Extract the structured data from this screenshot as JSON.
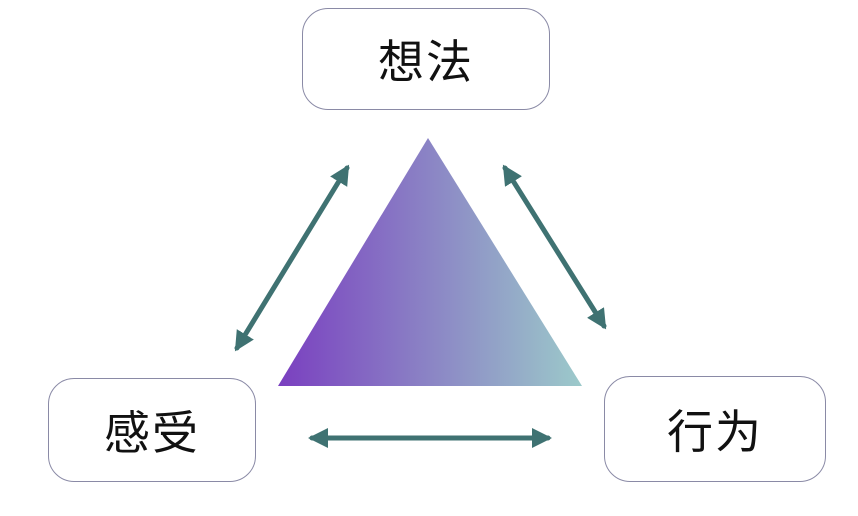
{
  "nodes": {
    "thought": {
      "label": "想法"
    },
    "feeling": {
      "label": "感受"
    },
    "behavior": {
      "label": "行为"
    }
  },
  "colors": {
    "triangle_start": "#7a3fc0",
    "triangle_end": "#9ccaca",
    "arrow": "#3f7272",
    "node_border": "#8a8aa6",
    "text": "#111111"
  },
  "icons": {
    "center": "gradient-triangle-icon",
    "arrow": "double-headed-arrow-icon"
  }
}
